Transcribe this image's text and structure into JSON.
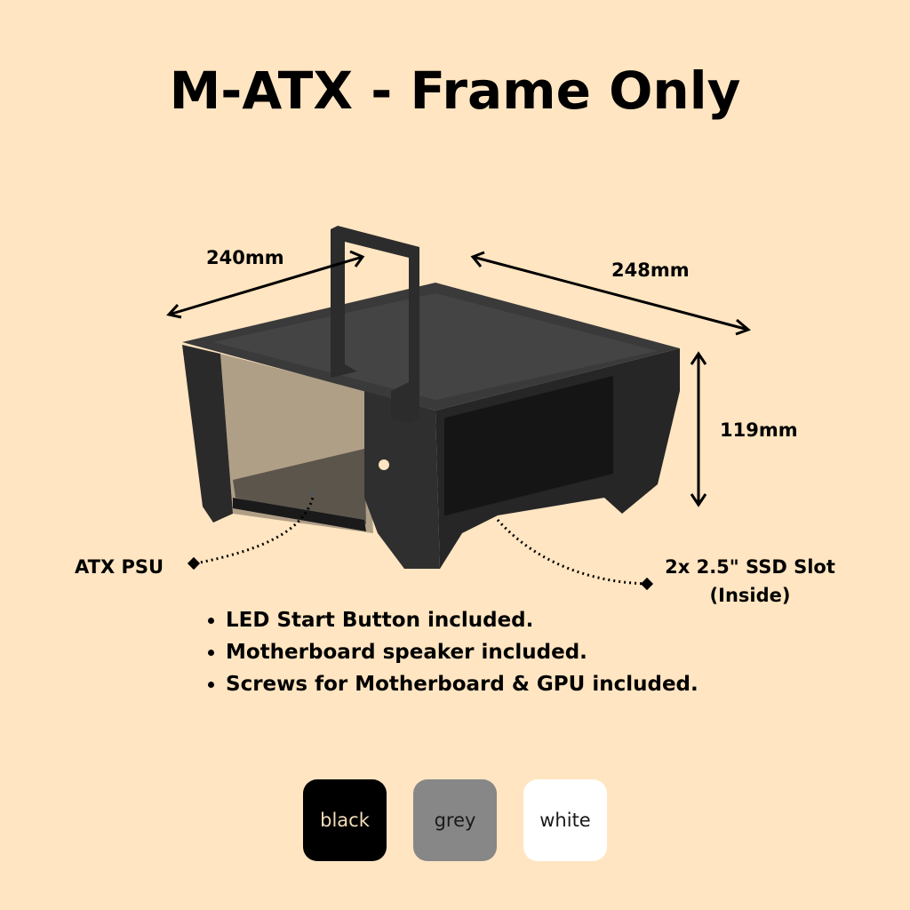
{
  "title": "M-ATX - Frame Only",
  "dimensions": {
    "width": "240mm",
    "depth": "248mm",
    "height": "119mm"
  },
  "callouts": {
    "psu": "ATX PSU",
    "ssd_line1": "2x 2.5\" SSD Slot",
    "ssd_line2": "(Inside)"
  },
  "features": [
    "LED Start Button included.",
    "Motherboard speaker included.",
    "Screws for Motherboard & GPU included."
  ],
  "colors": [
    {
      "label": "black",
      "swatch": "#000000",
      "text": "#F2DDB8"
    },
    {
      "label": "grey",
      "swatch": "#878787",
      "text": "#1a1a1a"
    },
    {
      "label": "white",
      "swatch": "#FFFFFF",
      "text": "#1a1a1a"
    }
  ],
  "background": "#FFE5C1"
}
